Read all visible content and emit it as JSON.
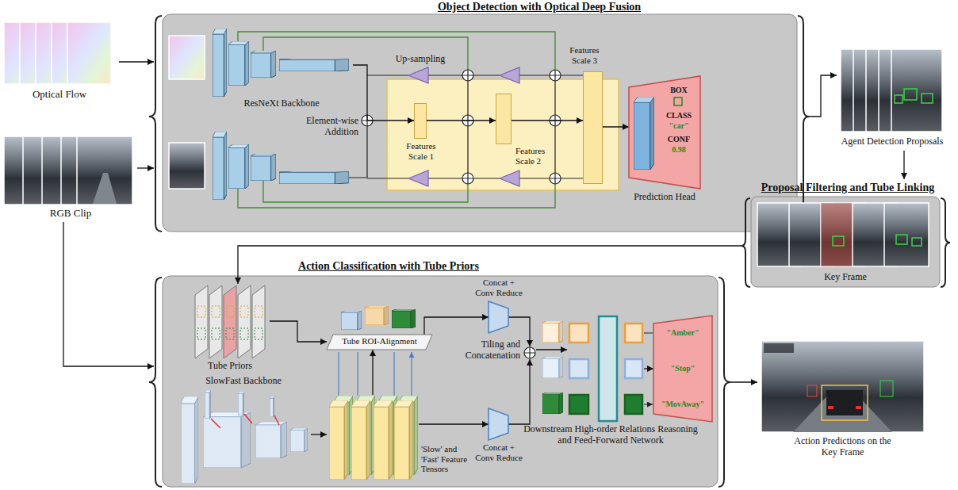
{
  "diagram": {
    "nodes": [
      {
        "text": [
          "Optical Flow"
        ]
      },
      {
        "text": [
          "RGB Clip"
        ]
      },
      {
        "text": [
          "Object Detection with Optical Deep Fusion"
        ]
      },
      {
        "text": [
          "ResNeXt Backbone"
        ],
        "in": 2
      },
      {
        "text": [
          "Features Scale 1"
        ],
        "in": 2
      },
      {
        "text": [
          "Features Scale 2"
        ],
        "in": 2
      },
      {
        "text": [
          "Features Scale 3"
        ],
        "in": 2
      },
      {
        "text": [
          "BOX",
          "CLASS",
          "\"car\"",
          "CONF",
          "0.98",
          "Prediction Head"
        ],
        "in": 2
      },
      {
        "text": [
          "Agent Detection Proposals"
        ]
      },
      {
        "text": [
          "Proposal Filtering and Tube Linking",
          "Key Frame"
        ]
      },
      {
        "text": [
          "Action Classification with Tube Priors"
        ]
      },
      {
        "text": [
          "Tube Priors"
        ],
        "in": 10
      },
      {
        "text": [
          "Tube ROI-Alignment"
        ],
        "in": 10
      },
      {
        "text": [
          "Concat + Conv Reduce"
        ],
        "in": 10
      },
      {
        "text": [
          "Tiling and Concatenation"
        ],
        "in": 10
      },
      {
        "text": [
          "SlowFast Backbone"
        ],
        "in": 10
      },
      {
        "text": [
          "'Slow' and 'Fast' Feature Tensors"
        ],
        "in": 10
      },
      {
        "text": [
          "Concat + Conv Reduce"
        ],
        "in": 10
      },
      {
        "text": [
          "Downstream High-order Relations Reasoning and Feed-Forward Network"
        ],
        "in": 10
      },
      {
        "text": [
          "\"Amber\"",
          "\"Stop\"",
          "\"MovAway\""
        ],
        "in": 10
      },
      {
        "text": [
          "Action Predictions on the Key Frame"
        ]
      }
    ],
    "edges": [
      {
        "from": 0,
        "to": 2,
        "arrow": "to"
      },
      {
        "from": 1,
        "to": 2,
        "arrow": "to"
      },
      {
        "from": 3,
        "to": 4,
        "arrow": "to"
      },
      {
        "from": 4,
        "to": 5,
        "arrow": "to"
      },
      {
        "from": 5,
        "to": 6,
        "arrow": "to"
      },
      {
        "from": 6,
        "to": 7,
        "arrow": "to"
      },
      {
        "from": 2,
        "to": 8,
        "arrow": "to"
      },
      {
        "from": 8,
        "to": 9,
        "arrow": "to"
      },
      {
        "from": 9,
        "to": 11,
        "arrow": "to"
      },
      {
        "from": 1,
        "to": 10,
        "arrow": "to"
      },
      {
        "from": 11,
        "to": 12,
        "arrow": "to"
      },
      {
        "from": 15,
        "to": 16,
        "arrow": "to"
      },
      {
        "from": 16,
        "to": 12,
        "arrow": "to"
      },
      {
        "from": 12,
        "to": 13,
        "arrow": "to"
      },
      {
        "from": 16,
        "to": 17,
        "arrow": "to"
      },
      {
        "from": 13,
        "to": 14,
        "arrow": "to"
      },
      {
        "from": 17,
        "to": 14,
        "arrow": "to"
      },
      {
        "from": 14,
        "to": 18,
        "arrow": "to"
      },
      {
        "from": 18,
        "to": 19,
        "arrow": "to"
      },
      {
        "from": 10,
        "to": 20,
        "arrow": "to"
      }
    ],
    "labels": [
      "Up-sampling",
      "Element-wise Addition"
    ]
  }
}
